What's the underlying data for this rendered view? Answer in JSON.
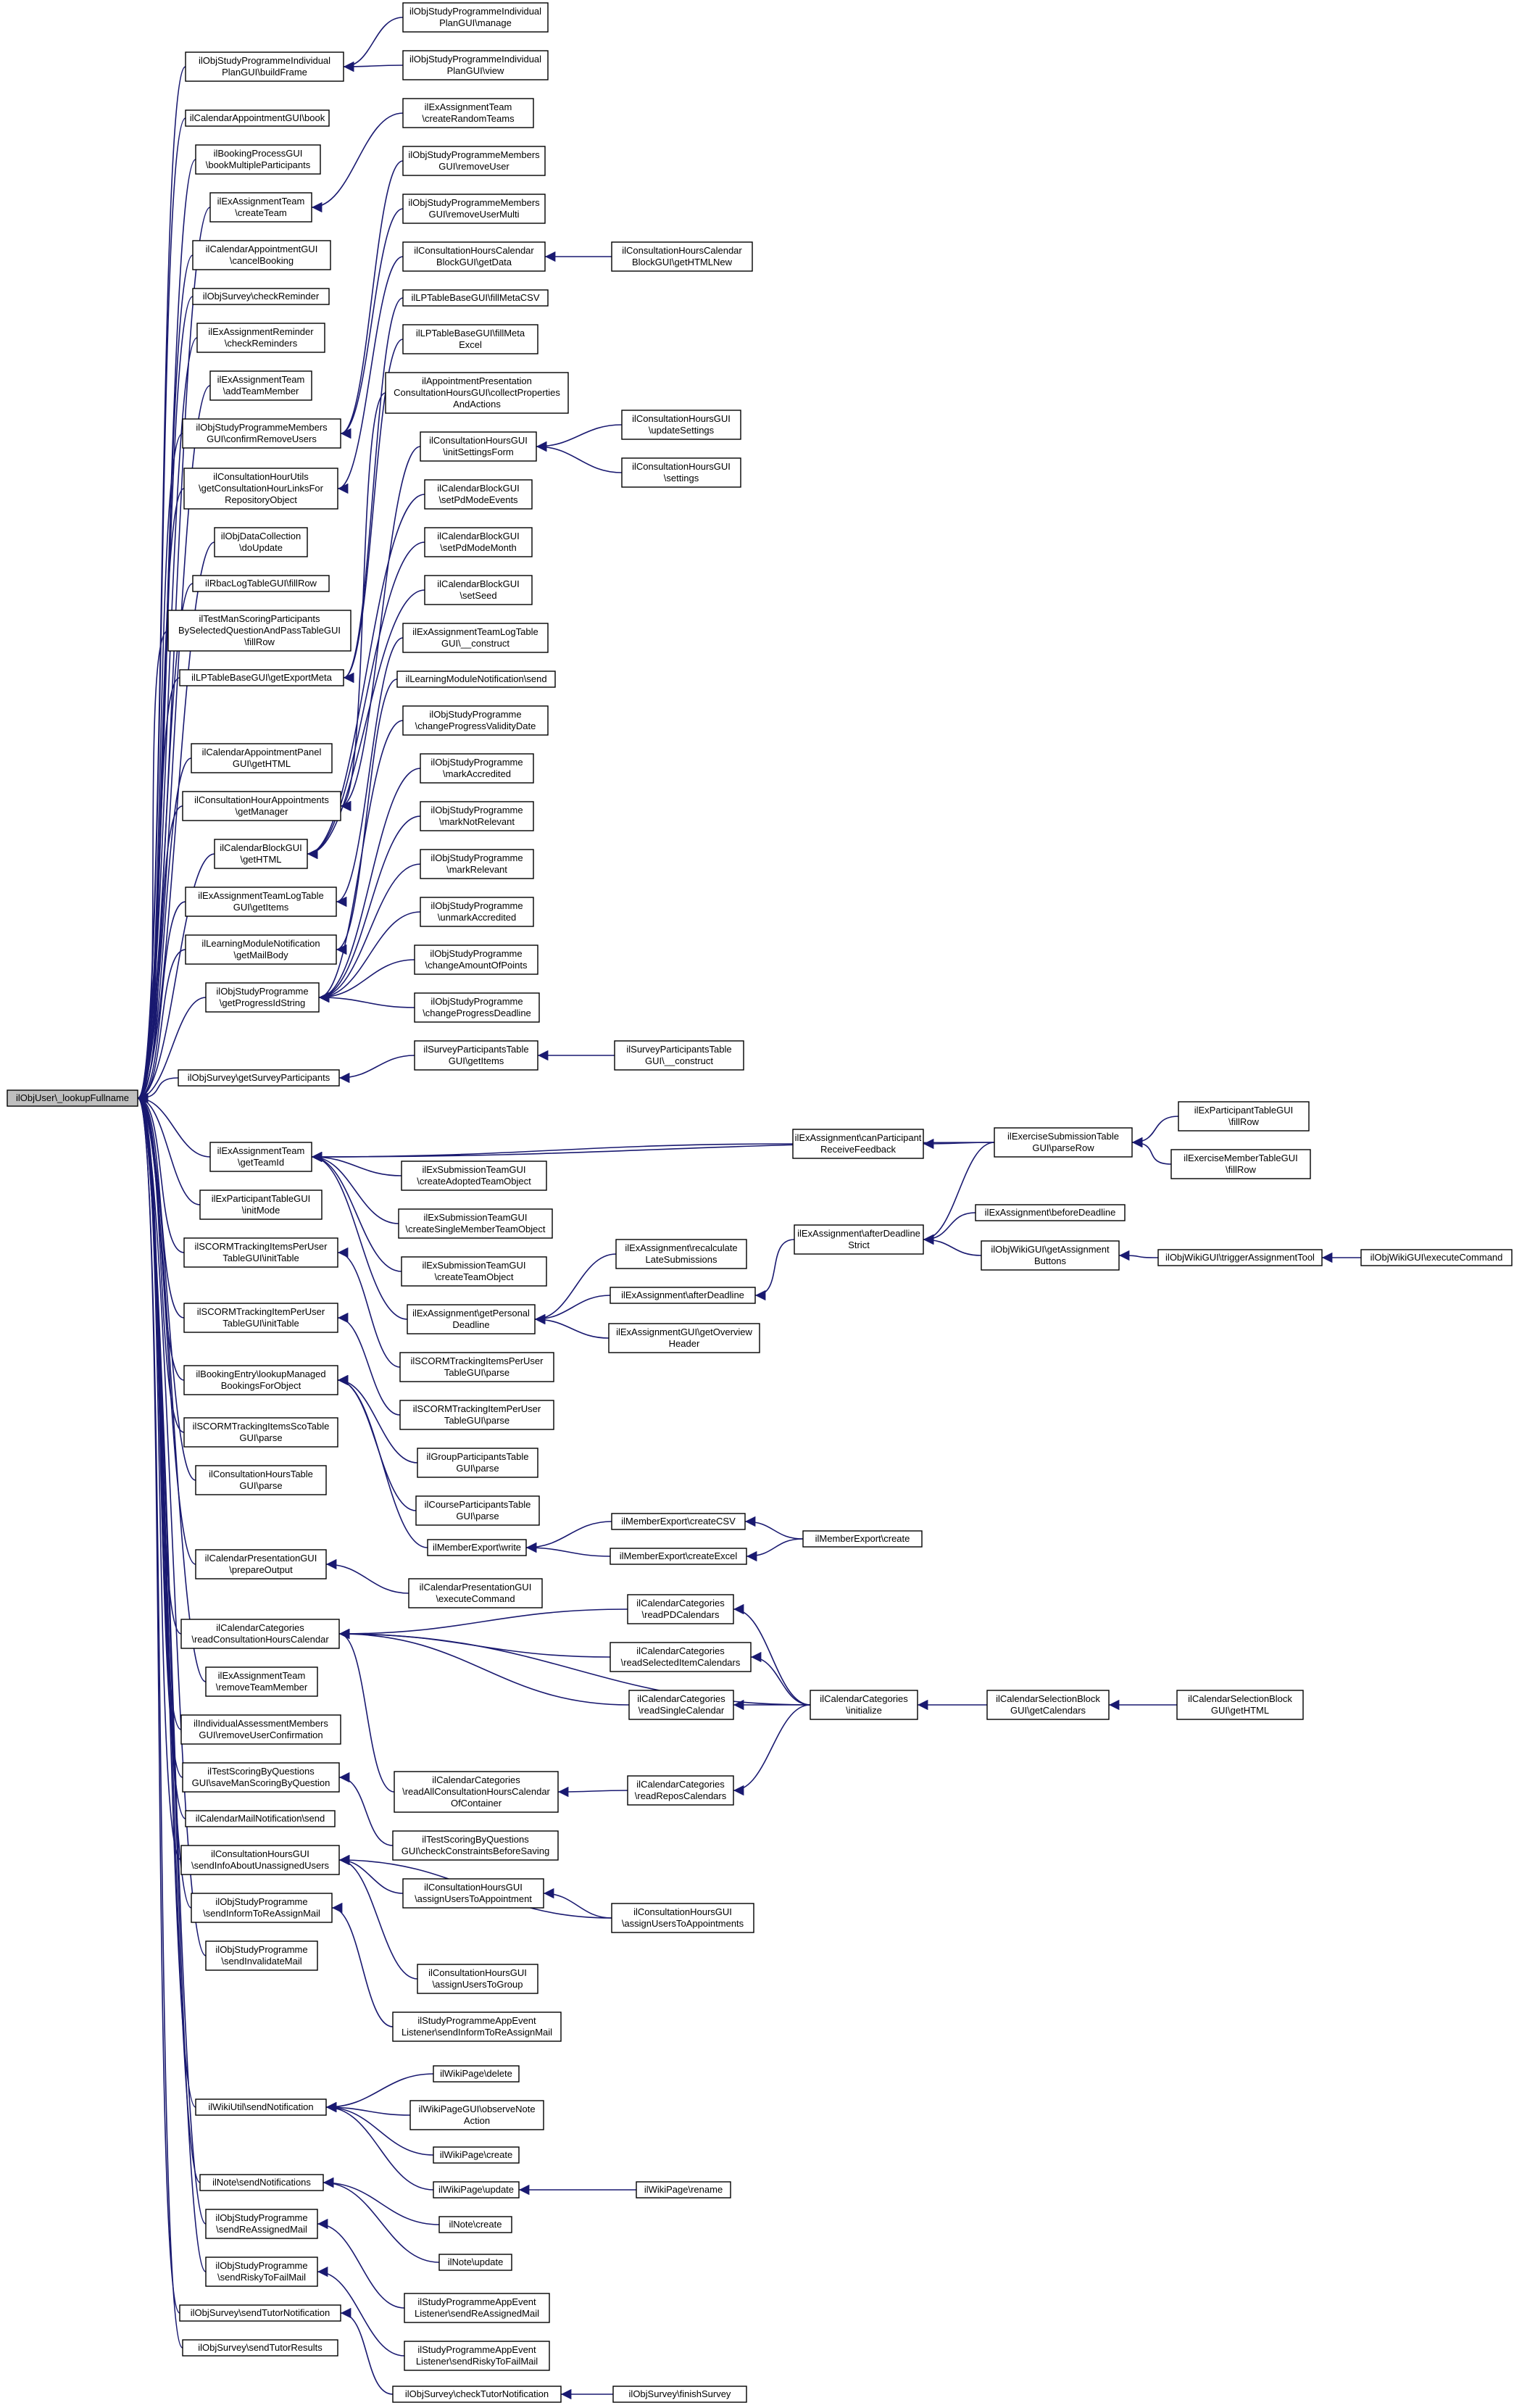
{
  "root": "ilObjUser\\_lookupFullname",
  "nodes": [
    {
      "id": "root",
      "lines": [
        "ilObjUser\\_lookupFullname"
      ]
    },
    {
      "id": "n1",
      "lines": [
        "ilObjStudyProgrammeIndividual",
        "PlanGUI\\buildFrame"
      ]
    },
    {
      "id": "n2",
      "lines": [
        "ilCalendarAppointmentGUI\\book"
      ]
    },
    {
      "id": "n3",
      "lines": [
        "ilBookingProcessGUI",
        "\\bookMultipleParticipants"
      ]
    },
    {
      "id": "n4",
      "lines": [
        "ilExAssignmentTeam",
        "\\createTeam"
      ]
    },
    {
      "id": "n5",
      "lines": [
        "ilCalendarAppointmentGUI",
        "\\cancelBooking"
      ]
    },
    {
      "id": "n6",
      "lines": [
        "ilObjSurvey\\checkReminder"
      ]
    },
    {
      "id": "n7",
      "lines": [
        "ilExAssignmentReminder",
        "\\checkReminders"
      ]
    },
    {
      "id": "n8",
      "lines": [
        "ilExAssignmentTeam",
        "\\addTeamMember"
      ]
    },
    {
      "id": "n9",
      "lines": [
        "ilObjStudyProgrammeMembers",
        "GUI\\confirmRemoveUsers"
      ]
    },
    {
      "id": "n10",
      "lines": [
        "ilConsultationHourUtils",
        "\\getConsultationHourLinksFor",
        "RepositoryObject"
      ]
    },
    {
      "id": "n11",
      "lines": [
        "ilObjDataCollection",
        "\\doUpdate"
      ]
    },
    {
      "id": "n12",
      "lines": [
        "ilRbacLogTableGUI\\fillRow"
      ]
    },
    {
      "id": "n13",
      "lines": [
        "ilTestManScoringParticipants",
        "BySelectedQuestionAndPassTableGUI",
        "\\fillRow"
      ]
    },
    {
      "id": "n14",
      "lines": [
        "ilLPTableBaseGUI\\getExportMeta"
      ]
    },
    {
      "id": "n15",
      "lines": [
        "ilCalendarAppointmentPanel",
        "GUI\\getHTML"
      ]
    },
    {
      "id": "n16",
      "lines": [
        "ilConsultationHourAppointments",
        "\\getManager"
      ]
    },
    {
      "id": "n17",
      "lines": [
        "ilCalendarBlockGUI",
        "\\getHTML"
      ]
    },
    {
      "id": "n18",
      "lines": [
        "ilExAssignmentTeamLogTable",
        "GUI\\getItems"
      ]
    },
    {
      "id": "n19",
      "lines": [
        "ilLearningModuleNotification",
        "\\getMailBody"
      ]
    },
    {
      "id": "n20",
      "lines": [
        "ilObjStudyProgramme",
        "\\getProgressIdString"
      ]
    },
    {
      "id": "n21",
      "lines": [
        "ilObjSurvey\\getSurveyParticipants"
      ]
    },
    {
      "id": "n22",
      "lines": [
        "ilExAssignmentTeam",
        "\\getTeamId"
      ]
    },
    {
      "id": "n23",
      "lines": [
        "ilExParticipantTableGUI",
        "\\initMode"
      ]
    },
    {
      "id": "n24",
      "lines": [
        "ilSCORMTrackingItemsPerUser",
        "TableGUI\\initTable"
      ]
    },
    {
      "id": "n25",
      "lines": [
        "ilSCORMTrackingItemPerUser",
        "TableGUI\\initTable"
      ]
    },
    {
      "id": "n26",
      "lines": [
        "ilBookingEntry\\lookupManaged",
        "BookingsForObject"
      ]
    },
    {
      "id": "n27",
      "lines": [
        "ilSCORMTrackingItemsScoTable",
        "GUI\\parse"
      ]
    },
    {
      "id": "n28",
      "lines": [
        "ilConsultationHoursTable",
        "GUI\\parse"
      ]
    },
    {
      "id": "n29",
      "lines": [
        "ilCalendarPresentationGUI",
        "\\prepareOutput"
      ]
    },
    {
      "id": "n30",
      "lines": [
        "ilCalendarCategories",
        "\\readConsultationHoursCalendar"
      ]
    },
    {
      "id": "n31",
      "lines": [
        "ilExAssignmentTeam",
        "\\removeTeamMember"
      ]
    },
    {
      "id": "n32",
      "lines": [
        "ilIndividualAssessmentMembers",
        "GUI\\removeUserConfirmation"
      ]
    },
    {
      "id": "n33",
      "lines": [
        "ilTestScoringByQuestions",
        "GUI\\saveManScoringByQuestion"
      ]
    },
    {
      "id": "n34",
      "lines": [
        "ilCalendarMailNotification\\send"
      ]
    },
    {
      "id": "n35",
      "lines": [
        "ilConsultationHoursGUI",
        "\\sendInfoAboutUnassignedUsers"
      ]
    },
    {
      "id": "n36",
      "lines": [
        "ilObjStudyProgramme",
        "\\sendInformToReAssignMail"
      ]
    },
    {
      "id": "n37",
      "lines": [
        "ilObjStudyProgramme",
        "\\sendInvalidateMail"
      ]
    },
    {
      "id": "n38",
      "lines": [
        "ilWikiUtil\\sendNotification"
      ]
    },
    {
      "id": "n39",
      "lines": [
        "ilNote\\sendNotifications"
      ]
    },
    {
      "id": "n40",
      "lines": [
        "ilObjStudyProgramme",
        "\\sendReAssignedMail"
      ]
    },
    {
      "id": "n41",
      "lines": [
        "ilObjStudyProgramme",
        "\\sendRiskyToFailMail"
      ]
    },
    {
      "id": "n42",
      "lines": [
        "ilObjSurvey\\sendTutorNotification"
      ]
    },
    {
      "id": "n43",
      "lines": [
        "ilObjSurvey\\sendTutorResults"
      ]
    },
    {
      "id": "m1",
      "lines": [
        "ilObjStudyProgrammeIndividual",
        "PlanGUI\\manage"
      ]
    },
    {
      "id": "m2",
      "lines": [
        "ilObjStudyProgrammeIndividual",
        "PlanGUI\\view"
      ]
    },
    {
      "id": "m3",
      "lines": [
        "ilExAssignmentTeam",
        "\\createRandomTeams"
      ]
    },
    {
      "id": "m4",
      "lines": [
        "ilObjStudyProgrammeMembers",
        "GUI\\removeUser"
      ]
    },
    {
      "id": "m5",
      "lines": [
        "ilObjStudyProgrammeMembers",
        "GUI\\removeUserMulti"
      ]
    },
    {
      "id": "m6",
      "lines": [
        "ilConsultationHoursCalendar",
        "BlockGUI\\getData"
      ]
    },
    {
      "id": "m7",
      "lines": [
        "ilLPTableBaseGUI\\fillMetaCSV"
      ]
    },
    {
      "id": "m8",
      "lines": [
        "ilLPTableBaseGUI\\fillMeta",
        "Excel"
      ]
    },
    {
      "id": "m9",
      "lines": [
        "ilAppointmentPresentation",
        "ConsultationHoursGUI\\collectProperties",
        "AndActions"
      ]
    },
    {
      "id": "m10",
      "lines": [
        "ilConsultationHoursGUI",
        "\\initSettingsForm"
      ]
    },
    {
      "id": "m11",
      "lines": [
        "ilCalendarBlockGUI",
        "\\setPdModeEvents"
      ]
    },
    {
      "id": "m12",
      "lines": [
        "ilCalendarBlockGUI",
        "\\setPdModeMonth"
      ]
    },
    {
      "id": "m13",
      "lines": [
        "ilCalendarBlockGUI",
        "\\setSeed"
      ]
    },
    {
      "id": "m14",
      "lines": [
        "ilExAssignmentTeamLogTable",
        "GUI\\__construct"
      ]
    },
    {
      "id": "m15",
      "lines": [
        "ilLearningModuleNotification\\send"
      ]
    },
    {
      "id": "m16",
      "lines": [
        "ilObjStudyProgramme",
        "\\changeProgressValidityDate"
      ]
    },
    {
      "id": "m17",
      "lines": [
        "ilObjStudyProgramme",
        "\\markAccredited"
      ]
    },
    {
      "id": "m18",
      "lines": [
        "ilObjStudyProgramme",
        "\\markNotRelevant"
      ]
    },
    {
      "id": "m19",
      "lines": [
        "ilObjStudyProgramme",
        "\\markRelevant"
      ]
    },
    {
      "id": "m20",
      "lines": [
        "ilObjStudyProgramme",
        "\\unmarkAccredited"
      ]
    },
    {
      "id": "m21",
      "lines": [
        "ilObjStudyProgramme",
        "\\changeAmountOfPoints"
      ]
    },
    {
      "id": "m22",
      "lines": [
        "ilObjStudyProgramme",
        "\\changeProgressDeadline"
      ]
    },
    {
      "id": "m23",
      "lines": [
        "ilSurveyParticipantsTable",
        "GUI\\getItems"
      ]
    },
    {
      "id": "m24",
      "lines": [
        "ilExSubmissionTeamGUI",
        "\\createAdoptedTeamObject"
      ]
    },
    {
      "id": "m25",
      "lines": [
        "ilExSubmissionTeamGUI",
        "\\createSingleMemberTeamObject"
      ]
    },
    {
      "id": "m26",
      "lines": [
        "ilExSubmissionTeamGUI",
        "\\createTeamObject"
      ]
    },
    {
      "id": "m27",
      "lines": [
        "ilExAssignment\\getPersonal",
        "Deadline"
      ]
    },
    {
      "id": "m28",
      "lines": [
        "ilSCORMTrackingItemsPerUser",
        "TableGUI\\parse"
      ]
    },
    {
      "id": "m29",
      "lines": [
        "ilSCORMTrackingItemPerUser",
        "TableGUI\\parse"
      ]
    },
    {
      "id": "m30",
      "lines": [
        "ilGroupParticipantsTable",
        "GUI\\parse"
      ]
    },
    {
      "id": "m31",
      "lines": [
        "ilCourseParticipantsTable",
        "GUI\\parse"
      ]
    },
    {
      "id": "m32",
      "lines": [
        "ilMemberExport\\write"
      ]
    },
    {
      "id": "m33",
      "lines": [
        "ilCalendarPresentationGUI",
        "\\executeCommand"
      ]
    },
    {
      "id": "m34",
      "lines": [
        "ilCalendarCategories",
        "\\readAllConsultationHoursCalendar",
        "OfContainer"
      ]
    },
    {
      "id": "m35",
      "lines": [
        "ilTestScoringByQuestions",
        "GUI\\checkConstraintsBeforeSaving"
      ]
    },
    {
      "id": "m36",
      "lines": [
        "ilConsultationHoursGUI",
        "\\assignUsersToAppointment"
      ]
    },
    {
      "id": "m37",
      "lines": [
        "ilConsultationHoursGUI",
        "\\assignUsersToGroup"
      ]
    },
    {
      "id": "m38",
      "lines": [
        "ilStudyProgrammeAppEvent",
        "Listener\\sendInformToReAssignMail"
      ]
    },
    {
      "id": "m39",
      "lines": [
        "ilWikiPage\\delete"
      ]
    },
    {
      "id": "m40",
      "lines": [
        "ilWikiPageGUI\\observeNote",
        "Action"
      ]
    },
    {
      "id": "m41",
      "lines": [
        "ilWikiPage\\create"
      ]
    },
    {
      "id": "m42",
      "lines": [
        "ilWikiPage\\update"
      ]
    },
    {
      "id": "m43",
      "lines": [
        "ilNote\\create"
      ]
    },
    {
      "id": "m44",
      "lines": [
        "ilNote\\update"
      ]
    },
    {
      "id": "m45",
      "lines": [
        "ilStudyProgrammeAppEvent",
        "Listener\\sendReAssignedMail"
      ]
    },
    {
      "id": "m46",
      "lines": [
        "ilStudyProgrammeAppEvent",
        "Listener\\sendRiskyToFailMail"
      ]
    },
    {
      "id": "m47",
      "lines": [
        "ilObjSurvey\\checkTutorNotification"
      ]
    },
    {
      "id": "p1",
      "lines": [
        "ilConsultationHoursCalendar",
        "BlockGUI\\getHTMLNew"
      ]
    },
    {
      "id": "p2",
      "lines": [
        "ilConsultationHoursGUI",
        "\\updateSettings"
      ]
    },
    {
      "id": "p3",
      "lines": [
        "ilConsultationHoursGUI",
        "\\settings"
      ]
    },
    {
      "id": "p4",
      "lines": [
        "ilSurveyParticipantsTable",
        "GUI\\__construct"
      ]
    },
    {
      "id": "p5",
      "lines": [
        "ilExAssignment\\canParticipant",
        "ReceiveFeedback"
      ]
    },
    {
      "id": "p6",
      "lines": [
        "ilExAssignment\\recalculate",
        "LateSubmissions"
      ]
    },
    {
      "id": "p7",
      "lines": [
        "ilExAssignment\\afterDeadline"
      ]
    },
    {
      "id": "p8",
      "lines": [
        "ilExAssignmentGUI\\getOverview",
        "Header"
      ]
    },
    {
      "id": "p9",
      "lines": [
        "ilMemberExport\\createCSV"
      ]
    },
    {
      "id": "p10",
      "lines": [
        "ilMemberExport\\createExcel"
      ]
    },
    {
      "id": "p11",
      "lines": [
        "ilCalendarCategories",
        "\\readPDCalendars"
      ]
    },
    {
      "id": "p12",
      "lines": [
        "ilCalendarCategories",
        "\\readSelectedItemCalendars"
      ]
    },
    {
      "id": "p13",
      "lines": [
        "ilCalendarCategories",
        "\\readSingleCalendar"
      ]
    },
    {
      "id": "p14",
      "lines": [
        "ilCalendarCategories",
        "\\readReposCalendars"
      ]
    },
    {
      "id": "p15",
      "lines": [
        "ilConsultationHoursGUI",
        "\\assignUsersToAppointments"
      ]
    },
    {
      "id": "p16",
      "lines": [
        "ilWikiPage\\rename"
      ]
    },
    {
      "id": "p17",
      "lines": [
        "ilObjSurvey\\finishSurvey"
      ]
    },
    {
      "id": "q1",
      "lines": [
        "ilExerciseSubmissionTable",
        "GUI\\parseRow"
      ]
    },
    {
      "id": "q2",
      "lines": [
        "ilExAssignment\\afterDeadline",
        "Strict"
      ]
    },
    {
      "id": "q3",
      "lines": [
        "ilMemberExport\\create"
      ]
    },
    {
      "id": "q4",
      "lines": [
        "ilCalendarCategories",
        "\\initialize"
      ]
    },
    {
      "id": "r1",
      "lines": [
        "ilExParticipantTableGUI",
        "\\fillRow"
      ]
    },
    {
      "id": "r2",
      "lines": [
        "ilExerciseMemberTableGUI",
        "\\fillRow"
      ]
    },
    {
      "id": "r3",
      "lines": [
        "ilExAssignment\\beforeDeadline"
      ]
    },
    {
      "id": "r4",
      "lines": [
        "ilObjWikiGUI\\getAssignment",
        "Buttons"
      ]
    },
    {
      "id": "r5",
      "lines": [
        "ilCalendarSelectionBlock",
        "GUI\\getCalendars"
      ]
    },
    {
      "id": "s1",
      "lines": [
        "ilObjWikiGUI\\triggerAssignmentTool"
      ]
    },
    {
      "id": "s2",
      "lines": [
        "ilCalendarSelectionBlock",
        "GUI\\getHTML"
      ]
    },
    {
      "id": "t1",
      "lines": [
        "ilObjWikiGUI\\executeCommand"
      ]
    }
  ],
  "edges": [
    [
      "root",
      "n1"
    ],
    [
      "root",
      "n2"
    ],
    [
      "root",
      "n3"
    ],
    [
      "root",
      "n4"
    ],
    [
      "root",
      "n5"
    ],
    [
      "root",
      "n6"
    ],
    [
      "root",
      "n7"
    ],
    [
      "root",
      "n8"
    ],
    [
      "root",
      "n9"
    ],
    [
      "root",
      "n10"
    ],
    [
      "root",
      "n11"
    ],
    [
      "root",
      "n12"
    ],
    [
      "root",
      "n13"
    ],
    [
      "root",
      "n14"
    ],
    [
      "root",
      "n15"
    ],
    [
      "root",
      "n16"
    ],
    [
      "root",
      "n17"
    ],
    [
      "root",
      "n18"
    ],
    [
      "root",
      "n19"
    ],
    [
      "root",
      "n20"
    ],
    [
      "root",
      "n21"
    ],
    [
      "root",
      "n22"
    ],
    [
      "root",
      "n23"
    ],
    [
      "root",
      "n24"
    ],
    [
      "root",
      "n25"
    ],
    [
      "root",
      "n26"
    ],
    [
      "root",
      "n27"
    ],
    [
      "root",
      "n28"
    ],
    [
      "root",
      "n29"
    ],
    [
      "root",
      "n30"
    ],
    [
      "root",
      "n31"
    ],
    [
      "root",
      "n32"
    ],
    [
      "root",
      "n33"
    ],
    [
      "root",
      "n34"
    ],
    [
      "root",
      "n35"
    ],
    [
      "root",
      "n36"
    ],
    [
      "root",
      "n37"
    ],
    [
      "root",
      "n38"
    ],
    [
      "root",
      "n39"
    ],
    [
      "root",
      "n40"
    ],
    [
      "root",
      "n41"
    ],
    [
      "root",
      "n42"
    ],
    [
      "root",
      "n43"
    ],
    [
      "n1",
      "m1"
    ],
    [
      "n1",
      "m2"
    ],
    [
      "n4",
      "m3"
    ],
    [
      "n9",
      "m4"
    ],
    [
      "n9",
      "m5"
    ],
    [
      "n10",
      "m6"
    ],
    [
      "n14",
      "m7"
    ],
    [
      "n14",
      "m8"
    ],
    [
      "n16",
      "m9"
    ],
    [
      "n16",
      "m10"
    ],
    [
      "n17",
      "m11"
    ],
    [
      "n17",
      "m12"
    ],
    [
      "n17",
      "m13"
    ],
    [
      "n18",
      "m14"
    ],
    [
      "n19",
      "m15"
    ],
    [
      "n20",
      "m16"
    ],
    [
      "n20",
      "m17"
    ],
    [
      "n20",
      "m18"
    ],
    [
      "n20",
      "m19"
    ],
    [
      "n20",
      "m20"
    ],
    [
      "n20",
      "m21"
    ],
    [
      "n20",
      "m22"
    ],
    [
      "n21",
      "m23"
    ],
    [
      "n22",
      "q1"
    ],
    [
      "n22",
      "p5"
    ],
    [
      "n22",
      "m24"
    ],
    [
      "n22",
      "m25"
    ],
    [
      "n22",
      "m26"
    ],
    [
      "n22",
      "m27"
    ],
    [
      "n24",
      "m28"
    ],
    [
      "n25",
      "m29"
    ],
    [
      "n26",
      "m30"
    ],
    [
      "n26",
      "m31"
    ],
    [
      "n26",
      "m32"
    ],
    [
      "n29",
      "m33"
    ],
    [
      "n30",
      "p11"
    ],
    [
      "n30",
      "p12"
    ],
    [
      "n30",
      "p13"
    ],
    [
      "n30",
      "q4"
    ],
    [
      "n30",
      "m34"
    ],
    [
      "n33",
      "m35"
    ],
    [
      "n35",
      "m36"
    ],
    [
      "n35",
      "p15"
    ],
    [
      "n35",
      "m37"
    ],
    [
      "n36",
      "m38"
    ],
    [
      "n38",
      "m39"
    ],
    [
      "n38",
      "m40"
    ],
    [
      "n38",
      "m41"
    ],
    [
      "n38",
      "m42"
    ],
    [
      "n39",
      "m43"
    ],
    [
      "n39",
      "m44"
    ],
    [
      "n40",
      "m45"
    ],
    [
      "n41",
      "m46"
    ],
    [
      "n42",
      "m47"
    ],
    [
      "m6",
      "p1"
    ],
    [
      "m10",
      "p2"
    ],
    [
      "m10",
      "p3"
    ],
    [
      "m23",
      "p4"
    ],
    [
      "p5",
      "q1"
    ],
    [
      "m27",
      "p6"
    ],
    [
      "m27",
      "p7"
    ],
    [
      "m27",
      "p8"
    ],
    [
      "p7",
      "q2"
    ],
    [
      "m32",
      "p9"
    ],
    [
      "m32",
      "p10"
    ],
    [
      "p9",
      "q3"
    ],
    [
      "p10",
      "q3"
    ],
    [
      "p11",
      "q4"
    ],
    [
      "p12",
      "q4"
    ],
    [
      "p13",
      "q4"
    ],
    [
      "m34",
      "p14"
    ],
    [
      "p14",
      "q4"
    ],
    [
      "m36",
      "p15"
    ],
    [
      "m42",
      "p16"
    ],
    [
      "m47",
      "p17"
    ],
    [
      "q1",
      "r1"
    ],
    [
      "q1",
      "r2"
    ],
    [
      "q2",
      "q1"
    ],
    [
      "q2",
      "r3"
    ],
    [
      "q2",
      "r4"
    ],
    [
      "r4",
      "s1"
    ],
    [
      "s1",
      "t1"
    ],
    [
      "q4",
      "r5"
    ],
    [
      "r5",
      "s2"
    ]
  ]
}
